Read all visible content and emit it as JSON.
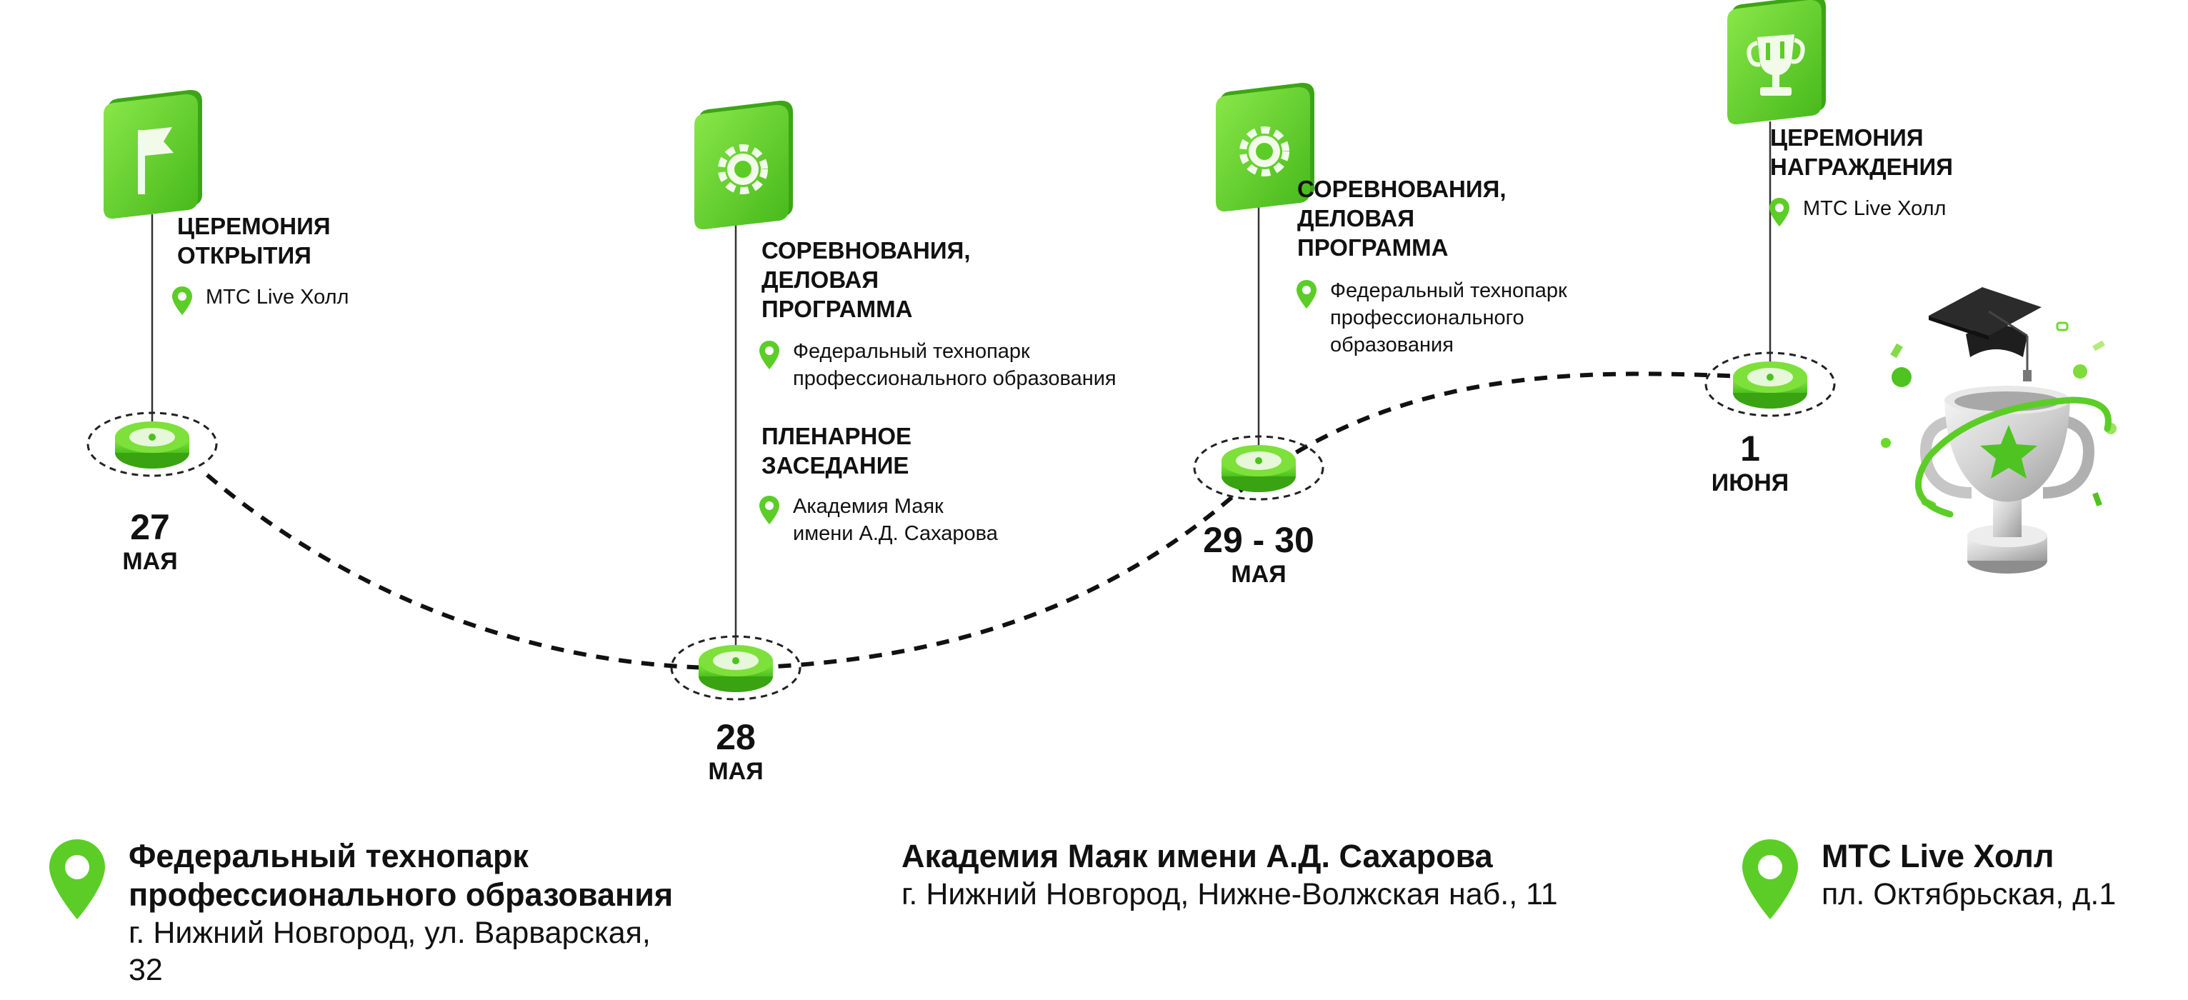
{
  "colors": {
    "accent": "#6CD92A",
    "accent_dark": "#47B51B",
    "text": "#111111"
  },
  "events": [
    {
      "date_num": "27",
      "date_month": "МАЯ",
      "icon": "flag-icon",
      "sessions": [
        {
          "title": [
            "ЦЕРЕМОНИЯ",
            "ОТКРЫТИЯ"
          ],
          "location": [
            "МТС Live Холл"
          ]
        }
      ]
    },
    {
      "date_num": "28",
      "date_month": "МАЯ",
      "icon": "gear-icon",
      "sessions": [
        {
          "title": [
            "СОРЕВНОВАНИЯ,",
            "ДЕЛОВАЯ",
            "ПРОГРАММА"
          ],
          "location": [
            "Федеральный технопарк",
            "профессионального образования"
          ]
        },
        {
          "title": [
            "ПЛЕНАРНОЕ",
            "ЗАСЕДАНИЕ"
          ],
          "location": [
            "Академия Маяк",
            "имени А.Д. Сахарова"
          ]
        }
      ]
    },
    {
      "date_num": "29 - 30",
      "date_month": "МАЯ",
      "icon": "gear-icon",
      "sessions": [
        {
          "title": [
            "СОРЕВНОВАНИЯ,",
            "ДЕЛОВАЯ",
            "ПРОГРАММА"
          ],
          "location": [
            "Федеральный технопарк",
            "профессионального",
            "образования"
          ]
        }
      ]
    },
    {
      "date_num": "1",
      "date_month": "ИЮНЯ",
      "icon": "trophy-icon",
      "sessions": [
        {
          "title": [
            "ЦЕРЕМОНИЯ",
            "НАГРАЖДЕНИЯ"
          ],
          "location": [
            "МТС Live Холл"
          ]
        }
      ]
    }
  ],
  "venues": [
    {
      "name": [
        "Федеральный технопарк",
        "профессионального образования"
      ],
      "address": [
        "г. Нижний Новгород, ул. Варварская,",
        "32"
      ],
      "icon": "location-pin-icon"
    },
    {
      "name": [
        "Академия Маяк имени А.Д. Сахарова"
      ],
      "address": [
        "г. Нижний Новгород, Нижне-Волжская наб., 11"
      ],
      "icon": ""
    },
    {
      "name": [
        "МТС Live Холл"
      ],
      "address": [
        "пл. Октябрьская, д.1"
      ],
      "icon": "location-pin-icon"
    }
  ],
  "decor": {
    "trophy_image": "trophy-with-graduation-cap-icon"
  }
}
